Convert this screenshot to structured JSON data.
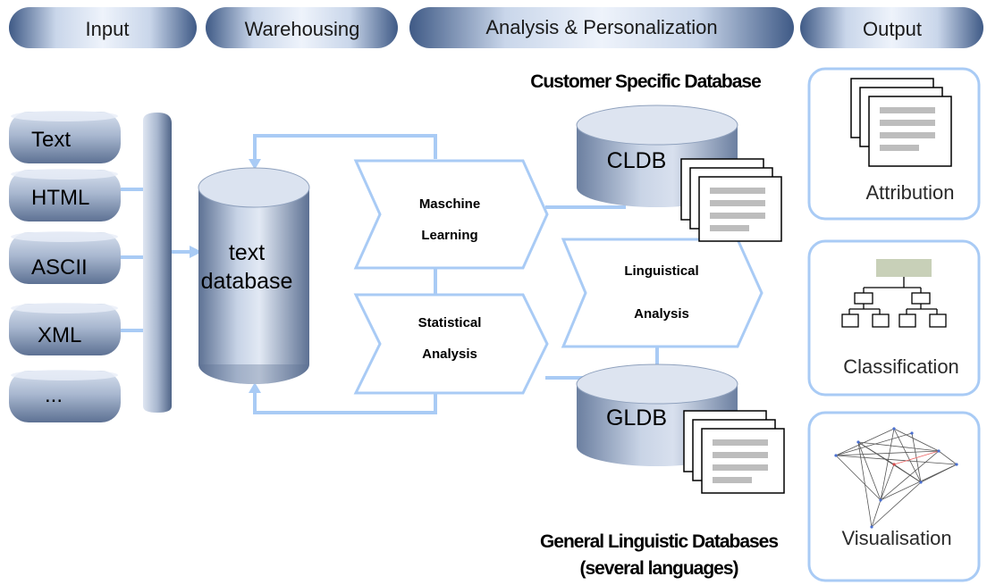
{
  "header": {
    "input": "Input",
    "warehousing": "Warehousing",
    "analysis": "Analysis & Personalization",
    "output": "Output"
  },
  "sources": [
    "Text",
    "HTML",
    "ASCII",
    "XML",
    "..."
  ],
  "text_database": {
    "line1": "text",
    "line2": "database"
  },
  "steps": {
    "machine_learning": {
      "line1": "Maschine",
      "line2": "Learning"
    },
    "statistical_analysis": {
      "line1": "Statistical",
      "line2": "Analysis"
    },
    "linguistical_analysis": {
      "line1": "Linguistical",
      "line2": "Analysis"
    }
  },
  "customer_db": {
    "title": "Customer Specific Database",
    "label": "CLDB"
  },
  "general_db": {
    "title_line1": "General Linguistic Databases",
    "title_line2": "(several languages)",
    "label": "GLDB"
  },
  "outputs": {
    "attribution": "Attribution",
    "classification": "Classification",
    "visualisation": "Visualisation"
  },
  "colors": {
    "pill_dark": "#3f5a86",
    "pill_light": "#e4ecf8",
    "arrow": "#a9cbf5",
    "cyl_dark": "#5d7193",
    "cyl_light": "#dfe6f2",
    "panel_border": "#a9cbf5"
  }
}
